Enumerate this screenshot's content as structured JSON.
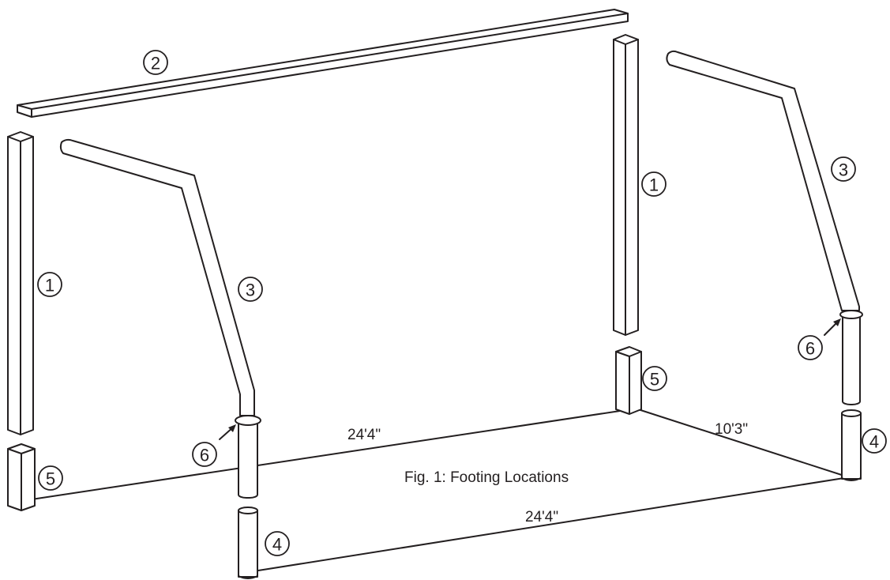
{
  "caption": "Fig. 1: Footing Locations",
  "dimensions": {
    "back_length": "24'4\"",
    "side_width": "10'3\"",
    "front_length": "24'4\""
  },
  "callouts": {
    "post_left": "1",
    "post_right": "1",
    "beam": "2",
    "arch_left": "3",
    "arch_right": "3",
    "footing_round_front": "4",
    "footing_round_right": "4",
    "footing_square_left": "5",
    "footing_square_back": "5",
    "joint_left": "6",
    "joint_right": "6"
  },
  "colors": {
    "ink": "#231f20",
    "background": "#ffffff"
  }
}
